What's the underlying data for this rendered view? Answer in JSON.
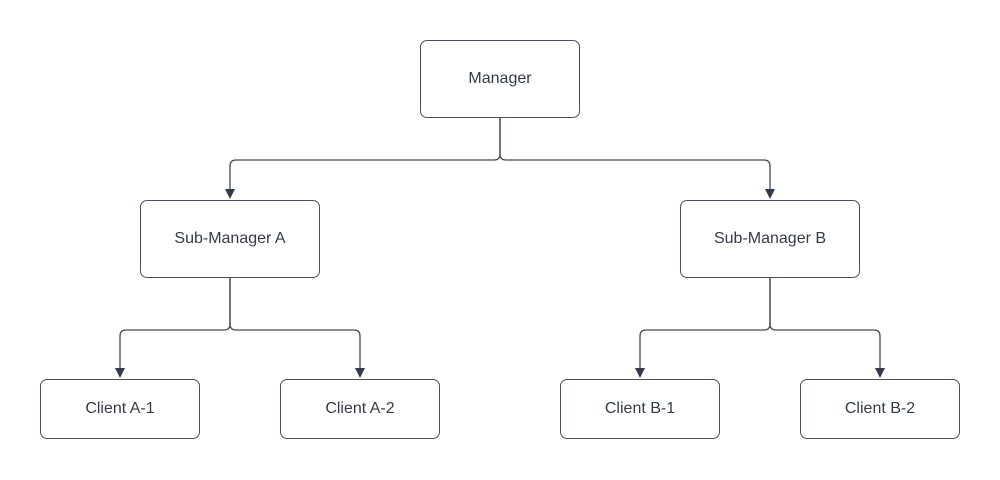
{
  "diagram": {
    "type": "org-chart",
    "colors": {
      "background": "#ffffff",
      "node_fill": "#ffffff",
      "node_border": "#4a505b",
      "connector": "#444b56",
      "arrowhead": "#333b49",
      "text": "#333b4a"
    },
    "nodes": [
      {
        "id": "manager",
        "label": "Manager"
      },
      {
        "id": "sub-manager-a",
        "label": "Sub-Manager A"
      },
      {
        "id": "sub-manager-b",
        "label": "Sub-Manager B"
      },
      {
        "id": "client-a1",
        "label": "Client A-1"
      },
      {
        "id": "client-a2",
        "label": "Client A-2"
      },
      {
        "id": "client-b1",
        "label": "Client B-1"
      },
      {
        "id": "client-b2",
        "label": "Client B-2"
      }
    ],
    "edges": [
      {
        "from": "Manager",
        "to": "Sub-Manager A"
      },
      {
        "from": "Manager",
        "to": "Sub-Manager B"
      },
      {
        "from": "Sub-Manager A",
        "to": "Client A-1"
      },
      {
        "from": "Sub-Manager A",
        "to": "Client A-2"
      },
      {
        "from": "Sub-Manager B",
        "to": "Client B-1"
      },
      {
        "from": "Sub-Manager B",
        "to": "Client B-2"
      }
    ]
  }
}
